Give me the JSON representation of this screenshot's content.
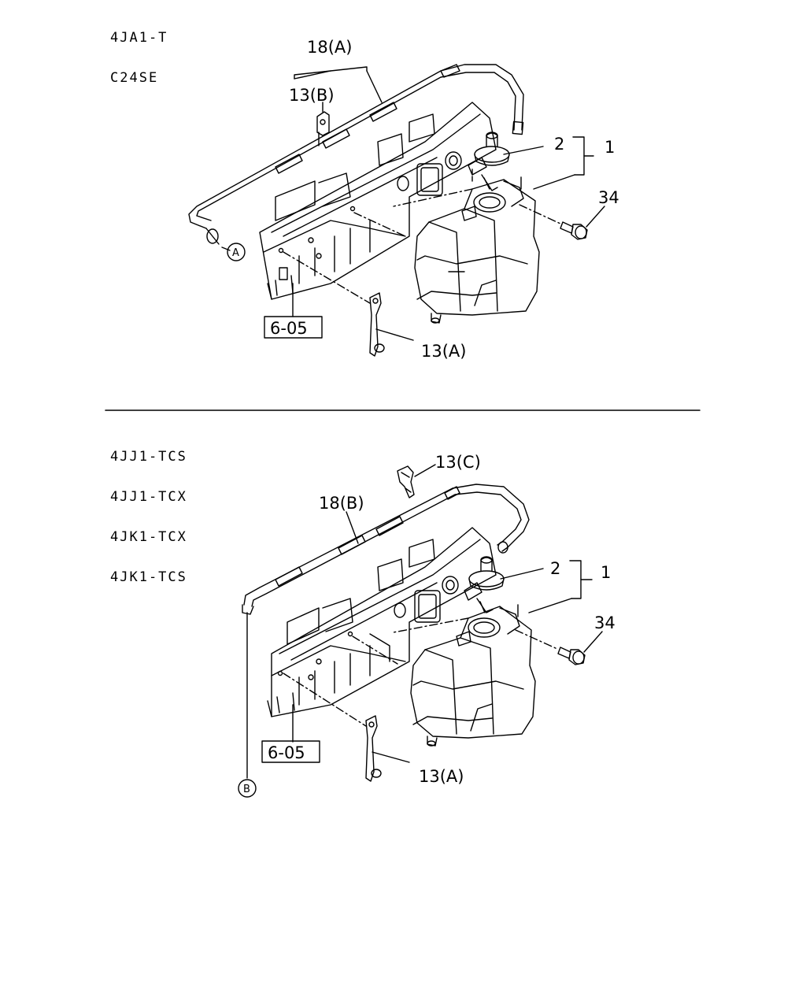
{
  "top_section": {
    "engine_codes": [
      "4JA1-T",
      "C24SE"
    ],
    "callouts": {
      "hose": "18(A)",
      "clip_b": "13(B)",
      "cap": "2",
      "tank": "1",
      "bolt": "34",
      "bracket": "13(A)",
      "ref": "6-05",
      "connector": "A"
    }
  },
  "divider": true,
  "bottom_section": {
    "engine_codes": [
      "4JJ1-TCS",
      "4JJ1-TCX",
      "4JK1-TCX",
      "4JK1-TCS"
    ],
    "callouts": {
      "clip_c": "13(C)",
      "hose": "18(B)",
      "cap": "2",
      "tank": "1",
      "bolt": "34",
      "bracket": "13(A)",
      "ref": "6-05",
      "connector": "B"
    }
  }
}
